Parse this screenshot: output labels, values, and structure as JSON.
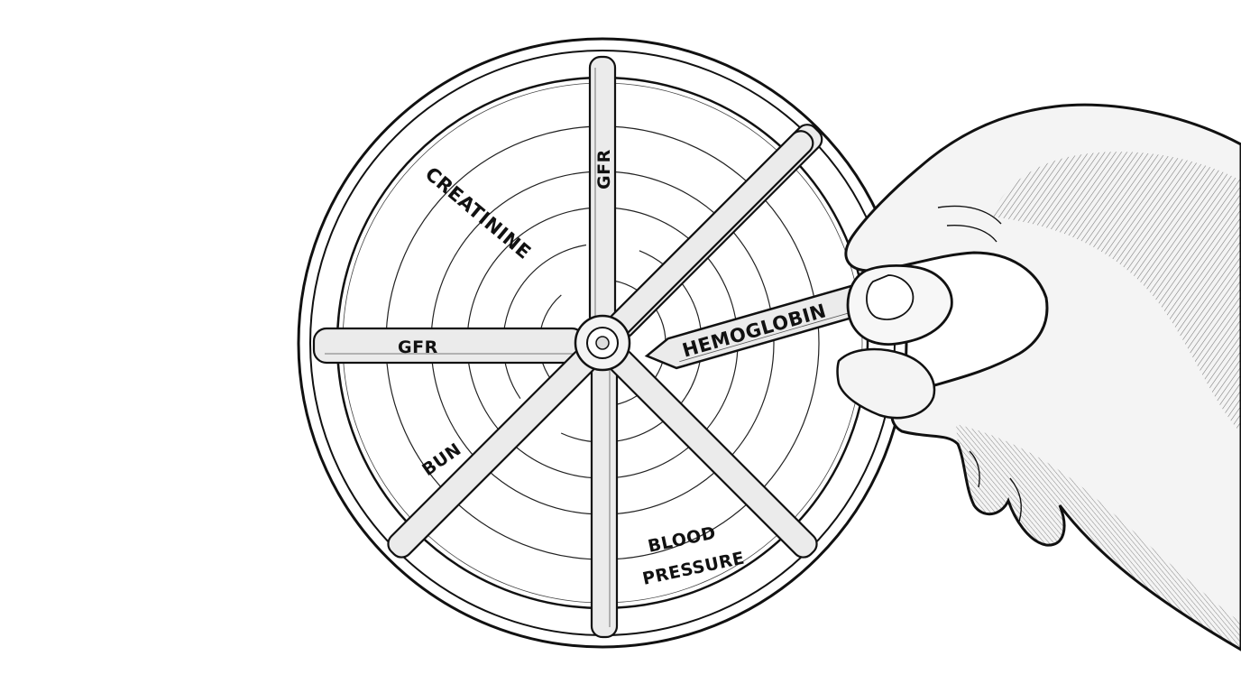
{
  "wheel": {
    "labels": {
      "gfr_top": "GFR",
      "creatinine": "CREATININE",
      "gfr_left": "GFR",
      "bun": "BUN",
      "blood": "BLOOD",
      "pressure": "PRESSURE",
      "hemoglobin": "HEMOGLOBIN"
    }
  },
  "colors": {
    "ink": "#111111",
    "paper": "#ffffff",
    "spoke_fill": "#ebebeb",
    "skin_fill": "#f4f4f4"
  }
}
